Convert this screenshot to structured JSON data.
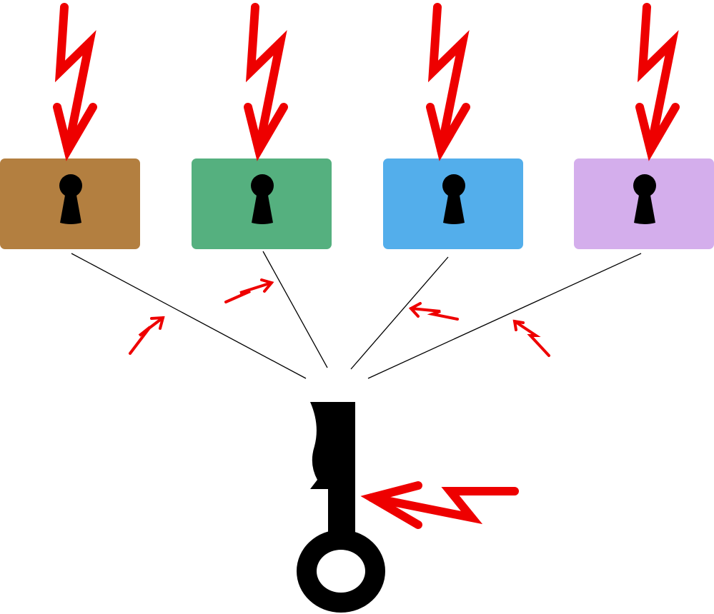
{
  "diagram": {
    "locks": [
      {
        "name": "lock-brown",
        "color": "#b37f40",
        "icon": "keyhole-icon"
      },
      {
        "name": "lock-green",
        "color": "#55b07f",
        "icon": "keyhole-icon"
      },
      {
        "name": "lock-blue",
        "color": "#53aeeb",
        "icon": "keyhole-icon"
      },
      {
        "name": "lock-purple",
        "color": "#d4aeec",
        "icon": "keyhole-icon"
      }
    ],
    "key": {
      "color": "#000000",
      "icon": "key-icon"
    },
    "attack_color": "#ee0000",
    "connector_color": "#000000"
  }
}
